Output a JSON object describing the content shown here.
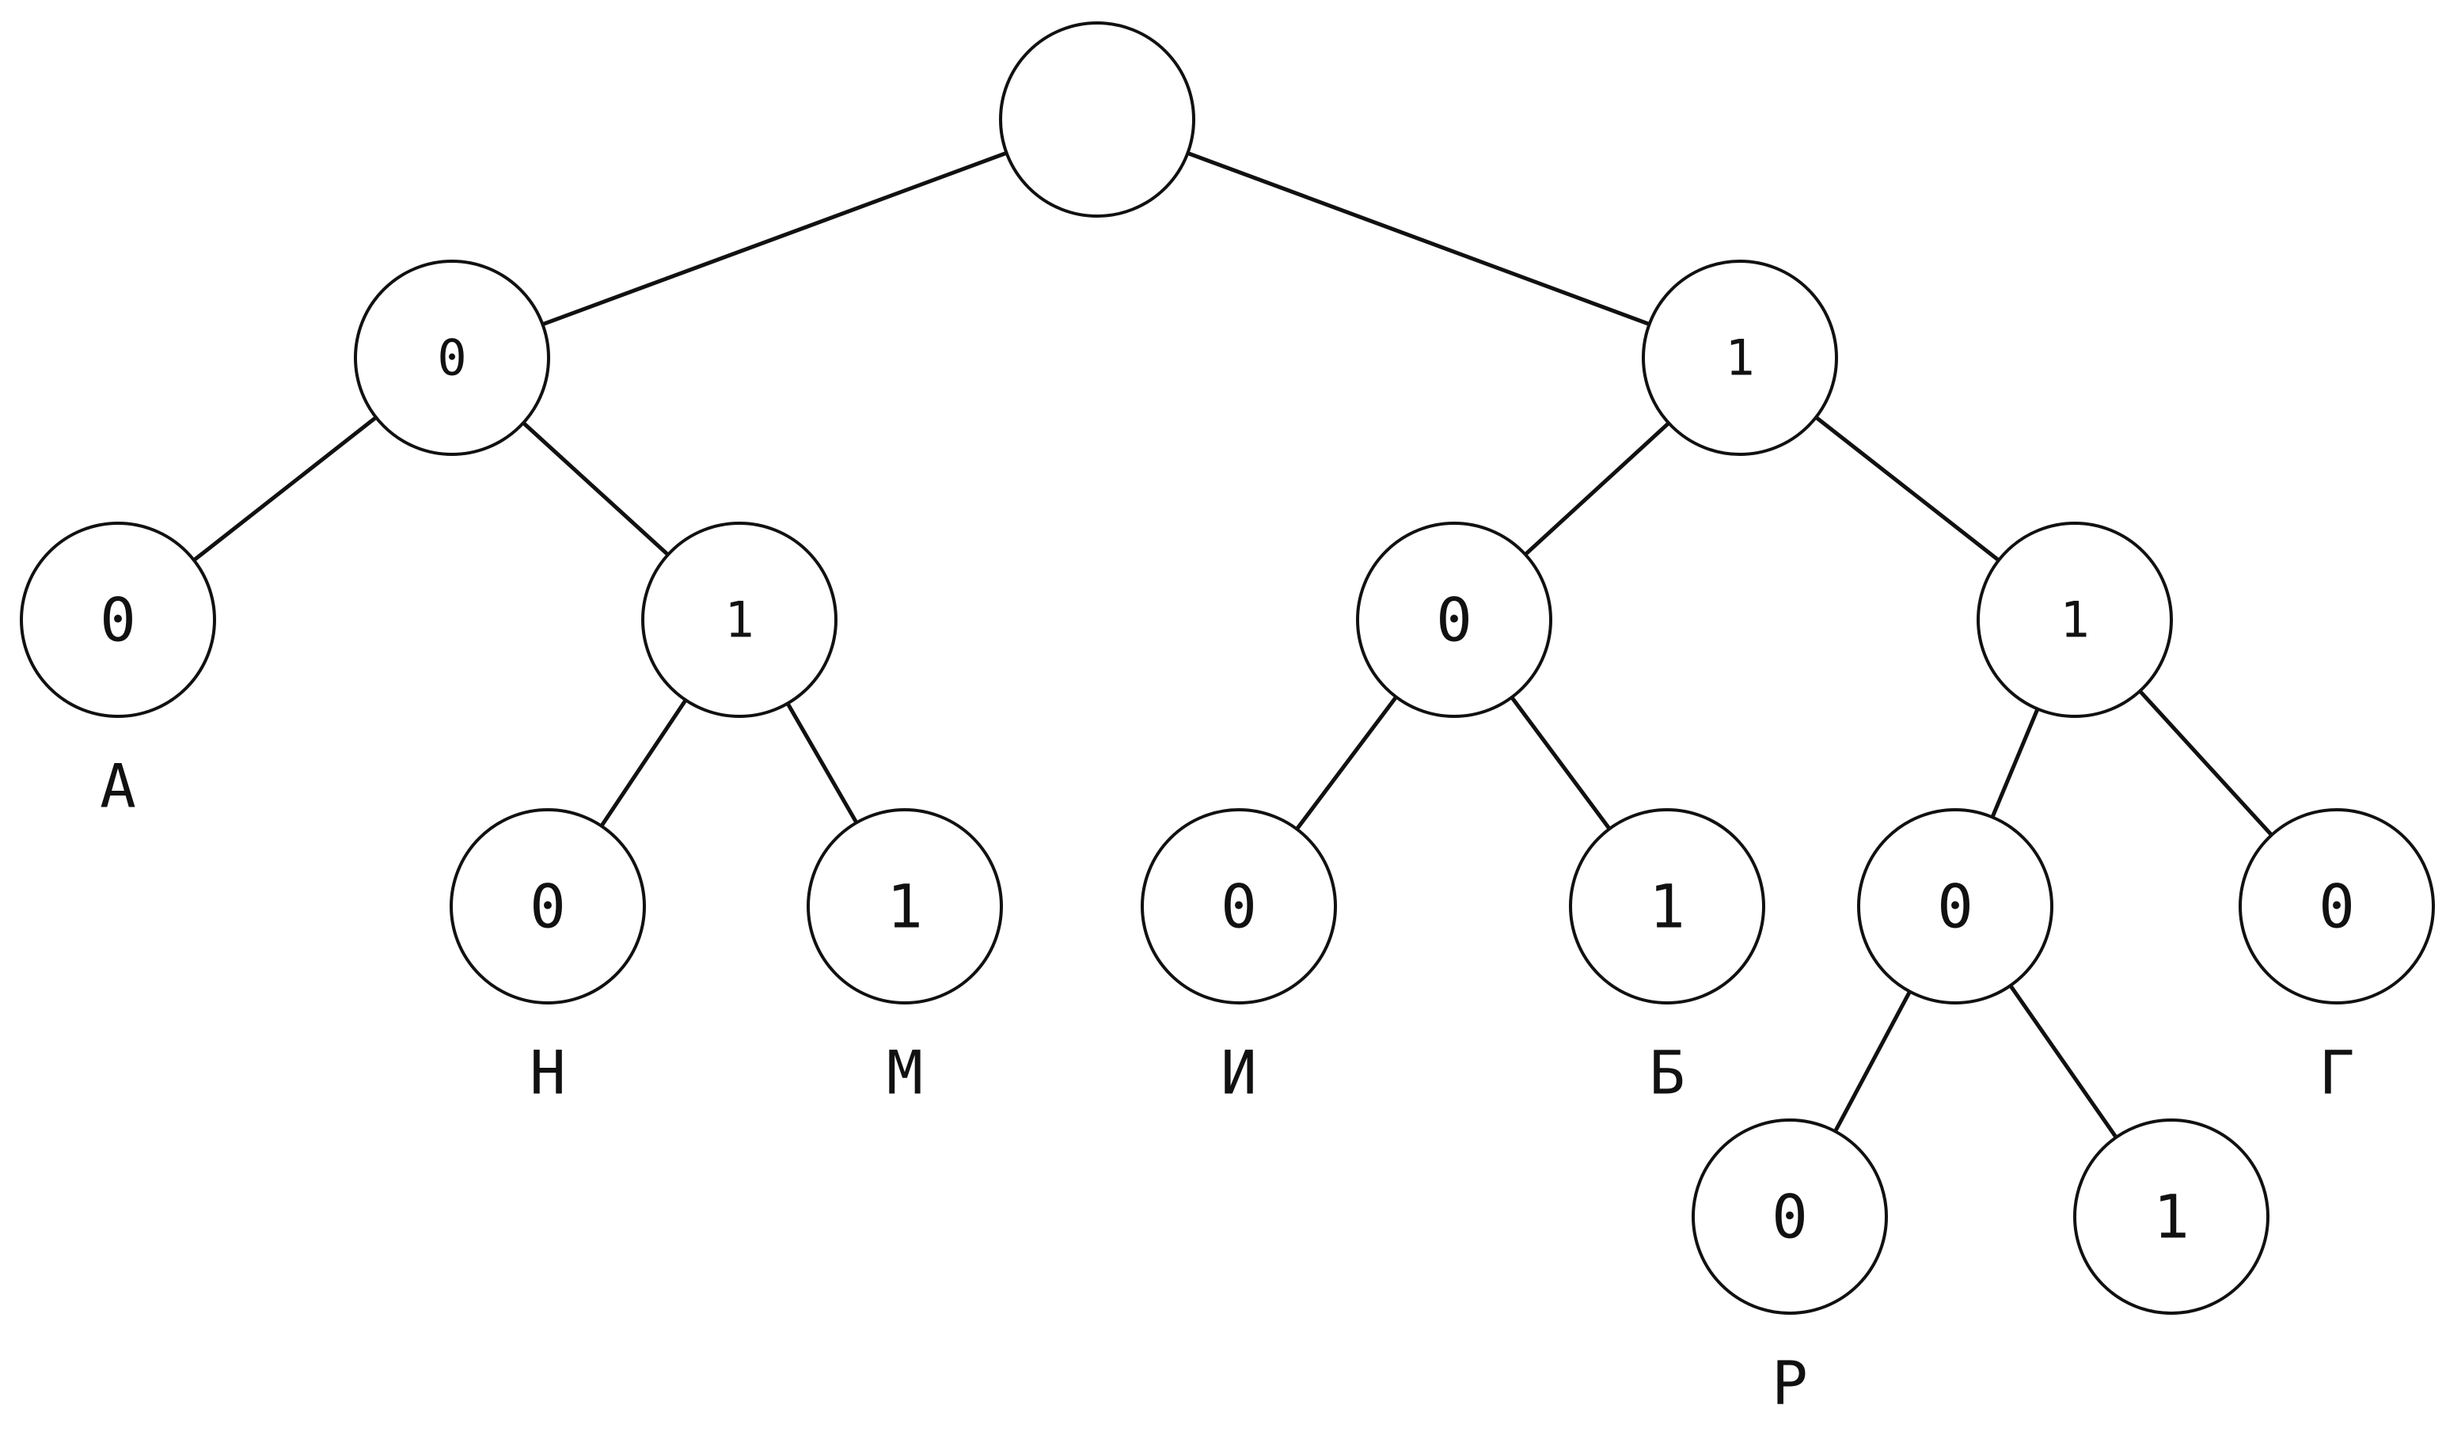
{
  "tree": {
    "nodes": [
      {
        "id": "root",
        "bit": "",
        "letter": ""
      },
      {
        "id": "n0",
        "bit": "0",
        "letter": ""
      },
      {
        "id": "n1",
        "bit": "1",
        "letter": ""
      },
      {
        "id": "n00",
        "bit": "0",
        "letter": "А"
      },
      {
        "id": "n01",
        "bit": "1",
        "letter": ""
      },
      {
        "id": "n10",
        "bit": "0",
        "letter": ""
      },
      {
        "id": "n11",
        "bit": "1",
        "letter": ""
      },
      {
        "id": "n010",
        "bit": "0",
        "letter": "Н"
      },
      {
        "id": "n011",
        "bit": "1",
        "letter": "М"
      },
      {
        "id": "n100",
        "bit": "0",
        "letter": "И"
      },
      {
        "id": "n101",
        "bit": "1",
        "letter": "Б"
      },
      {
        "id": "n110",
        "bit": "0",
        "letter": ""
      },
      {
        "id": "n111",
        "bit": "0",
        "letter": "Г"
      },
      {
        "id": "n1100",
        "bit": "0",
        "letter": "Р"
      },
      {
        "id": "n1101",
        "bit": "1",
        "letter": ""
      }
    ],
    "edges": [
      [
        "root",
        "n0"
      ],
      [
        "root",
        "n1"
      ],
      [
        "n0",
        "n00"
      ],
      [
        "n0",
        "n01"
      ],
      [
        "n1",
        "n10"
      ],
      [
        "n1",
        "n11"
      ],
      [
        "n01",
        "n010"
      ],
      [
        "n01",
        "n011"
      ],
      [
        "n10",
        "n100"
      ],
      [
        "n10",
        "n101"
      ],
      [
        "n11",
        "n110"
      ],
      [
        "n11",
        "n111"
      ],
      [
        "n110",
        "n1100"
      ],
      [
        "n110",
        "n1101"
      ]
    ]
  }
}
